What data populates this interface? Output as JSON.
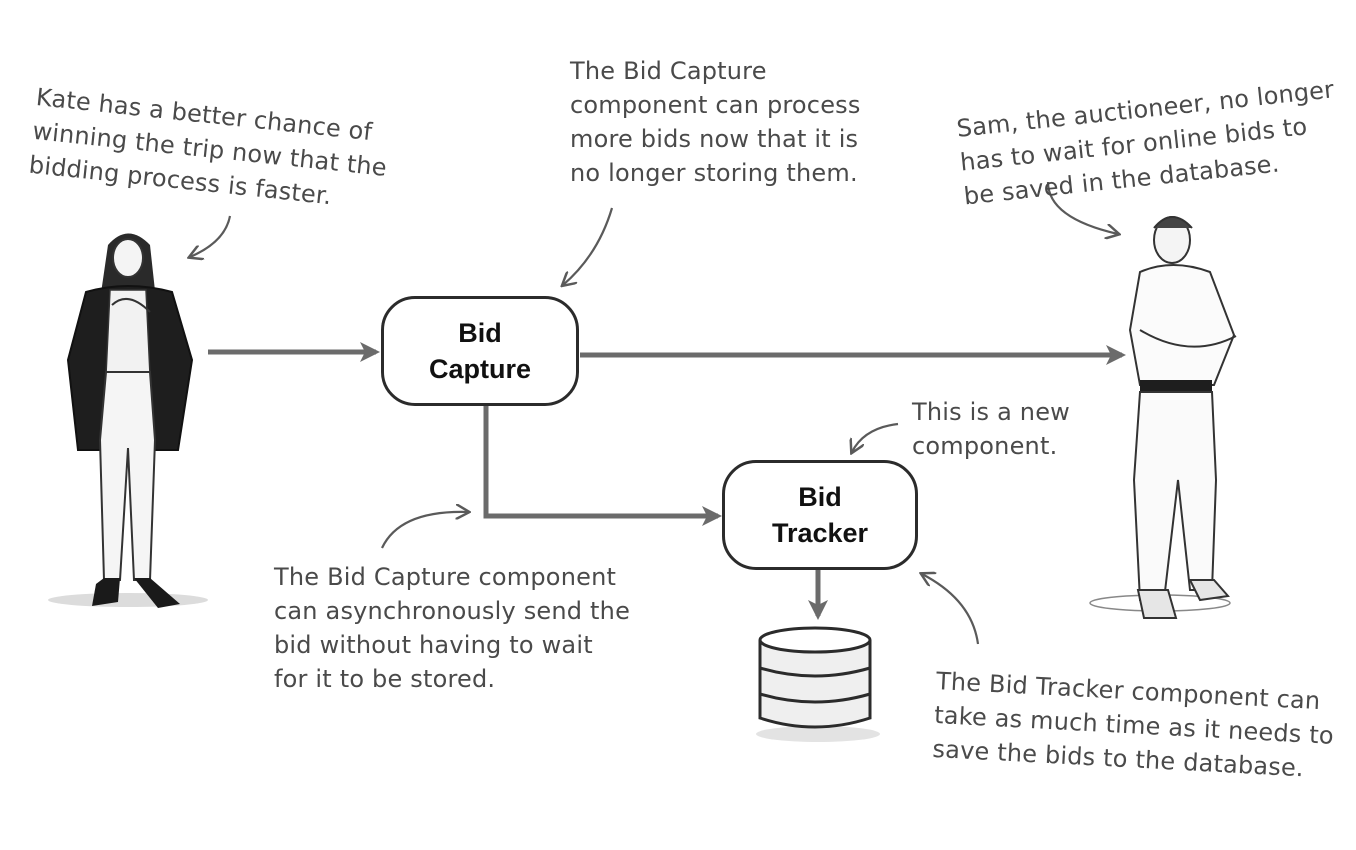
{
  "components": {
    "bid_capture": "Bid\nCapture",
    "bid_tracker": "Bid\nTracker"
  },
  "notes": {
    "kate": "Kate has a better chance of\nwinning the trip now that the\nbidding process is faster.",
    "capture_processing": "The Bid Capture\ncomponent can process\nmore bids now that it is\nno longer storing them.",
    "sam": "Sam, the auctioneer, no longer\nhas to wait for online bids to\nbe saved in the database.",
    "new_component": "This is a new\ncomponent.",
    "async_send": "The Bid Capture component\ncan asynchronously send the\nbid without having to wait\nfor it to be stored.",
    "tracker_time": "The Bid Tracker component can\ntake as much time as it needs to\nsave the bids to the database."
  },
  "colors": {
    "arrow": "#6b6b6b",
    "box_border": "#2b2b2b",
    "text": "#4a4a4a"
  }
}
